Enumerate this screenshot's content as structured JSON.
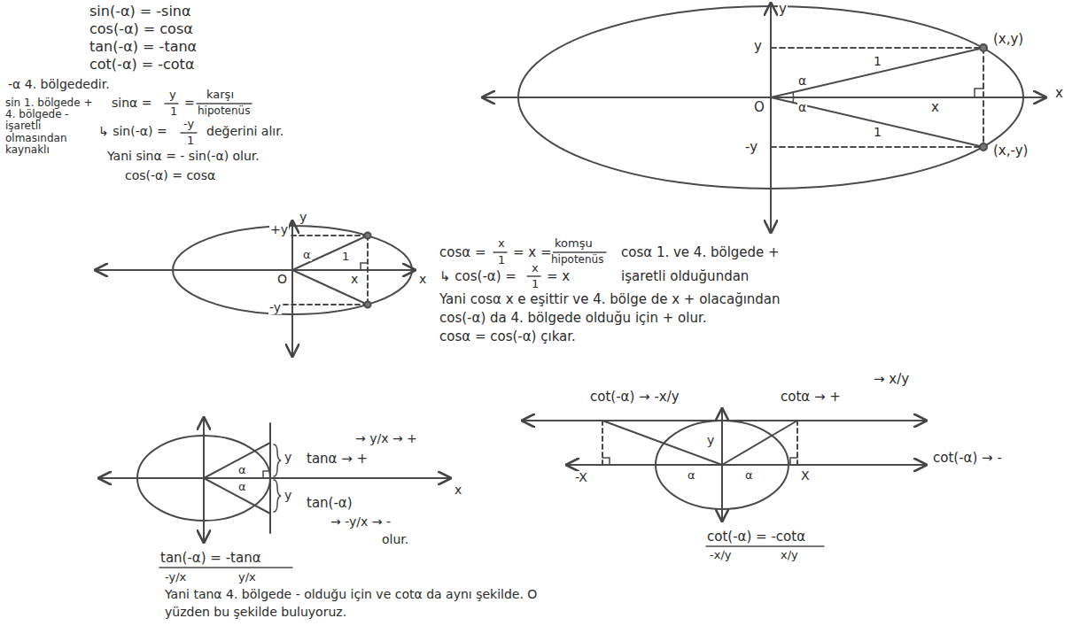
{
  "diagram": {
    "labels": [
      "sin(-α) = -sinα",
      "cos(-α) = cosα",
      "tan(-α) = -tanα",
      "cot(-α) = -cotα",
      "-α 4. bölgededir.",
      "sin 1. bölgede + 4. bölgede - işaretli olmasından kaynaklı",
      "sinα =",
      "y",
      "1",
      "=",
      "karşı",
      "hipotenüs",
      "↳ sin(-α) =",
      "-y",
      "1",
      "değerini alır.",
      "Yani sinα = - sin(-α) olur.",
      "cos(-α) = cosα",
      "y",
      "y",
      "(x,y)",
      "1",
      "α",
      "x",
      "O",
      "1",
      "-y",
      "(x,-y)",
      "x",
      "+y",
      "1",
      "α",
      "O",
      "x",
      "-y",
      "x",
      "y",
      "cosα =",
      "x",
      "1",
      "= x =",
      "komşu",
      "hipotenüs",
      "cosα 1. ve 4. bölgede +",
      "↳ cos(-α) =",
      "x",
      "1",
      "= x",
      "işaretli olduğundan",
      "Yani cosα x e eşittir ve 4. bölge de x + olacağından",
      "cos(-α) da 4. bölgede olduğu için + olur.",
      "cosα = cos(-α) çıkar.",
      "y",
      "α",
      "α",
      "y",
      "→ y/x → +",
      "tanα → +",
      "tan(-α)",
      "→ -y/x → -",
      "olur.",
      "x",
      "tan(-α) = -tanα",
      "-y/x",
      "y/x",
      "cot(-α) → -x/y",
      "→ x/y",
      "cotα → +",
      "y",
      "α",
      "α",
      "-X",
      "X",
      "cot(-α) → -",
      "cot(-α) = -cotα",
      "-x/y",
      "x/y",
      "Yani tanα 4. bölgede - olduğu için ve cotα da aynı şekilde. O",
      "yüzden bu şekilde buluyoruz.",
      "α"
    ]
  }
}
